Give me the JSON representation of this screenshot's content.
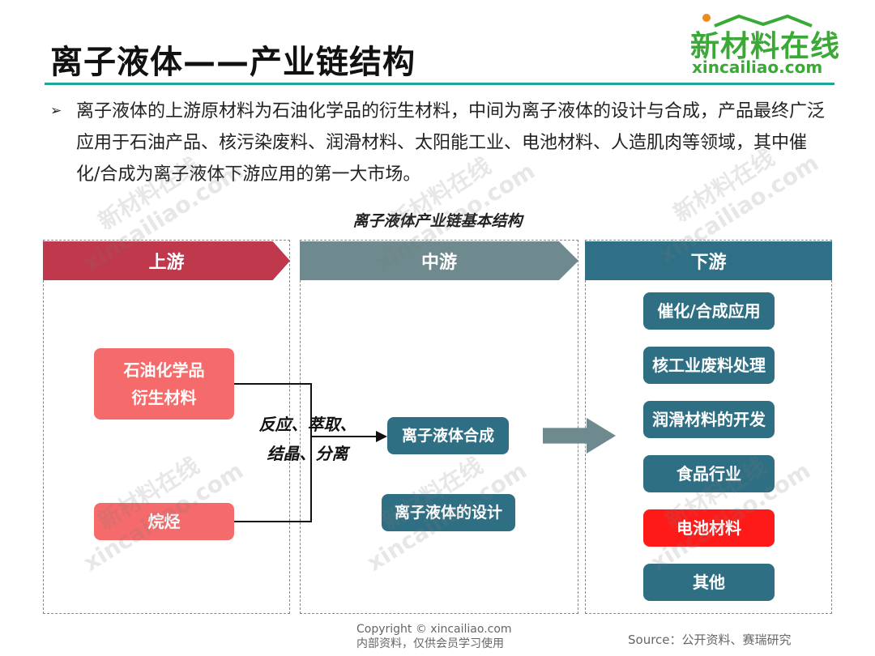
{
  "header": {
    "title": "离子液体——产业链结构",
    "logo_cn": "新材料在线",
    "logo_en": "xincailiao.com"
  },
  "body": {
    "bullet": "离子液体的上游原材料为石油化学品的衍生材料，中间为离子液体的设计与合成，产品最终广泛应用于石油产品、核污染废料、润滑材料、太阳能工业、电池材料、人造肌肉等领域，其中催化/合成为离子液体下游应用的第一大市场。"
  },
  "diagram": {
    "title": "离子液体产业链基本结构",
    "upstream": {
      "header": "上游",
      "items": [
        "石油化学品",
        "衍生材料",
        "烷烃"
      ]
    },
    "process_label": [
      "反应、萃取、",
      "结晶、分离"
    ],
    "midstream": {
      "header": "中游",
      "items": [
        "离子液体合成",
        "离子液体的设计"
      ]
    },
    "downstream": {
      "header": "下游",
      "items": [
        "催化/合成应用",
        "核工业废料处理",
        "润滑材料的开发",
        "食品行业",
        "电池材料",
        "其他"
      ]
    }
  },
  "colors": {
    "upstream": "#c0384b",
    "midstream": "#6e8a8e",
    "downstream": "#2f7086",
    "highlight": "#ff1a1a",
    "rule": "#1aa79a"
  },
  "watermark": {
    "cn": "新材料在线",
    "en": "xincailiao.com"
  },
  "footer": {
    "copyright": "Copyright © xincailiao.com",
    "note": "内部资料，仅供会员学习使用",
    "source": "Source：公开资料、赛瑞研究"
  }
}
